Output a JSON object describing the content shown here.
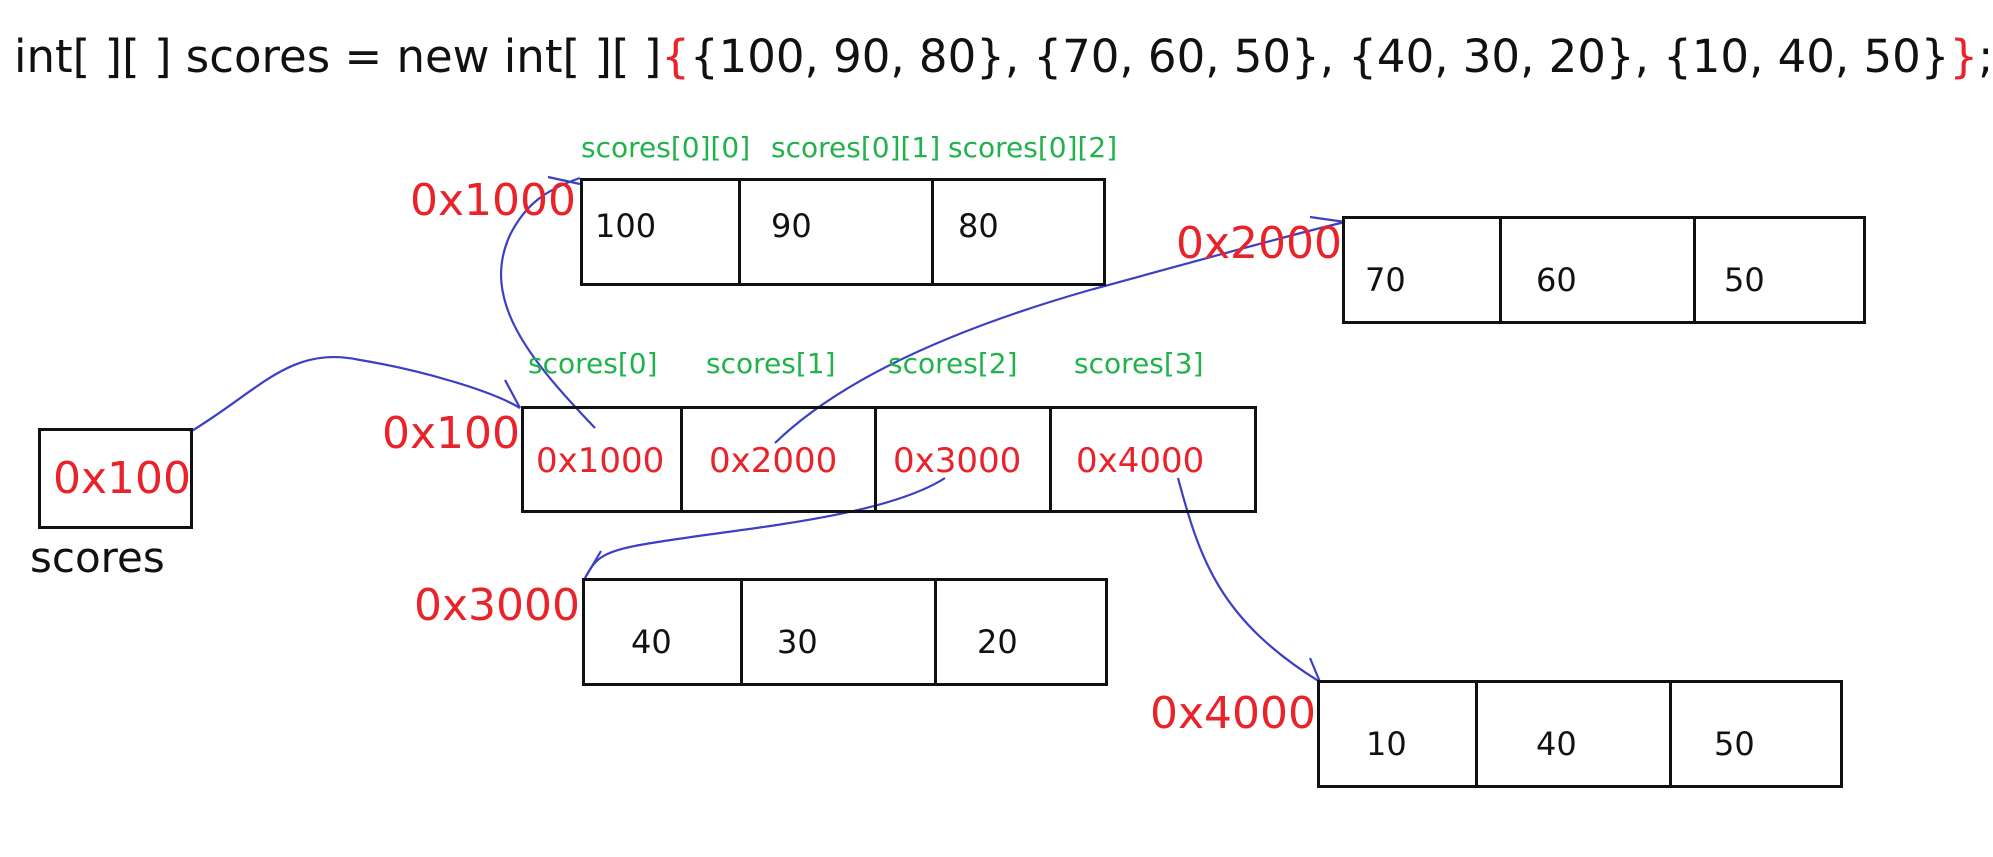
{
  "code": {
    "prefix": "int[ ][ ] scores = new int[ ][ ]",
    "open_brace": "{",
    "body": "{100, 90, 80}, {70, 60, 50}, {40, 30, 20}, {10, 40, 50}",
    "close_brace": "}",
    "semicolon": ";"
  },
  "variable": {
    "name": "scores",
    "value": "0x100"
  },
  "outer_array": {
    "address": "0x100",
    "index_labels": [
      "scores[0]",
      "scores[1]",
      "scores[2]",
      "scores[3]"
    ],
    "values": [
      "0x1000",
      "0x2000",
      "0x3000",
      "0x4000"
    ]
  },
  "inner_arrays": [
    {
      "address": "0x1000",
      "values": [
        "100",
        "90",
        "80"
      ],
      "index_labels": [
        "scores[0][0]",
        "scores[0][1]",
        "scores[0][2]"
      ]
    },
    {
      "address": "0x2000",
      "values": [
        "70",
        "60",
        "50"
      ]
    },
    {
      "address": "0x3000",
      "values": [
        "40",
        "30",
        "20"
      ]
    },
    {
      "address": "0x4000",
      "values": [
        "10",
        "40",
        "50"
      ]
    }
  ],
  "colors": {
    "address": "#e8232a",
    "index": "#22b24c",
    "arrow": "#3b3fc4",
    "text": "#111111"
  }
}
